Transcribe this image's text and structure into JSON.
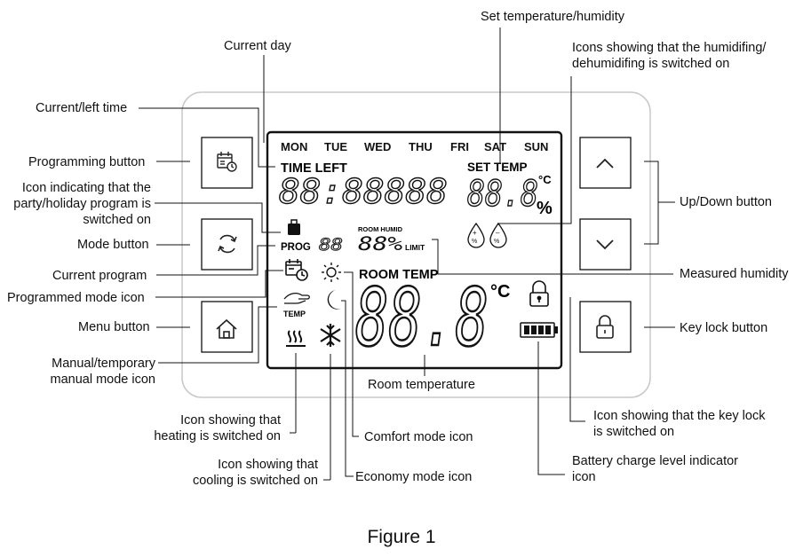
{
  "figure_caption": "Figure 1",
  "lcd": {
    "days": [
      "MON",
      "TUE",
      "WED",
      "THU",
      "FRI",
      "SAT",
      "SUN"
    ],
    "time_left": "TIME LEFT",
    "time_digits": "88:88888",
    "set_temp": "SET TEMP",
    "set_digits": "88.8",
    "set_unit_c": "°C",
    "set_unit_pct": "%",
    "prog": "PROG",
    "prog_digits": "88",
    "room_humid": "ROOM HUMID",
    "humid_digits": "88%",
    "limit": "LIMIT",
    "room_temp": "ROOM TEMP",
    "temp_digits": "88.8",
    "temp_unit": "°C",
    "temp_small": "TEMP"
  },
  "labels": {
    "set_temp_humidity": "Set temperature/humidity",
    "current_day": "Current day",
    "humidifying_icons": [
      "Icons showing that the humidifing/",
      "dehumidifing is switched on"
    ],
    "current_left_time": "Current/left time",
    "programming_button": "Programming button",
    "party_holiday_icon": [
      "Icon indicating that the",
      "party/holiday program is",
      "switched on"
    ],
    "mode_button": "Mode button",
    "up_down_button": "Up/Down button",
    "current_program": "Current program",
    "measured_humidity": "Measured humidity",
    "programmed_mode_icon": "Programmed mode icon",
    "menu_button": "Menu button",
    "key_lock_button": "Key lock button",
    "manual_mode_icon": [
      "Manual/temporary",
      "manual mode icon"
    ],
    "room_temperature": "Room temperature",
    "heating_icon": [
      "Icon showing that",
      "heating is switched on"
    ],
    "comfort_mode_icon": "Comfort mode icon",
    "key_lock_icon": [
      "Icon showing that the key lock",
      "is switched on"
    ],
    "cooling_icon": [
      "Icon showing that",
      "cooling is switched on"
    ],
    "economy_mode_icon": "Economy mode icon",
    "battery_icon": [
      "Battery charge level indicator",
      "icon"
    ]
  }
}
